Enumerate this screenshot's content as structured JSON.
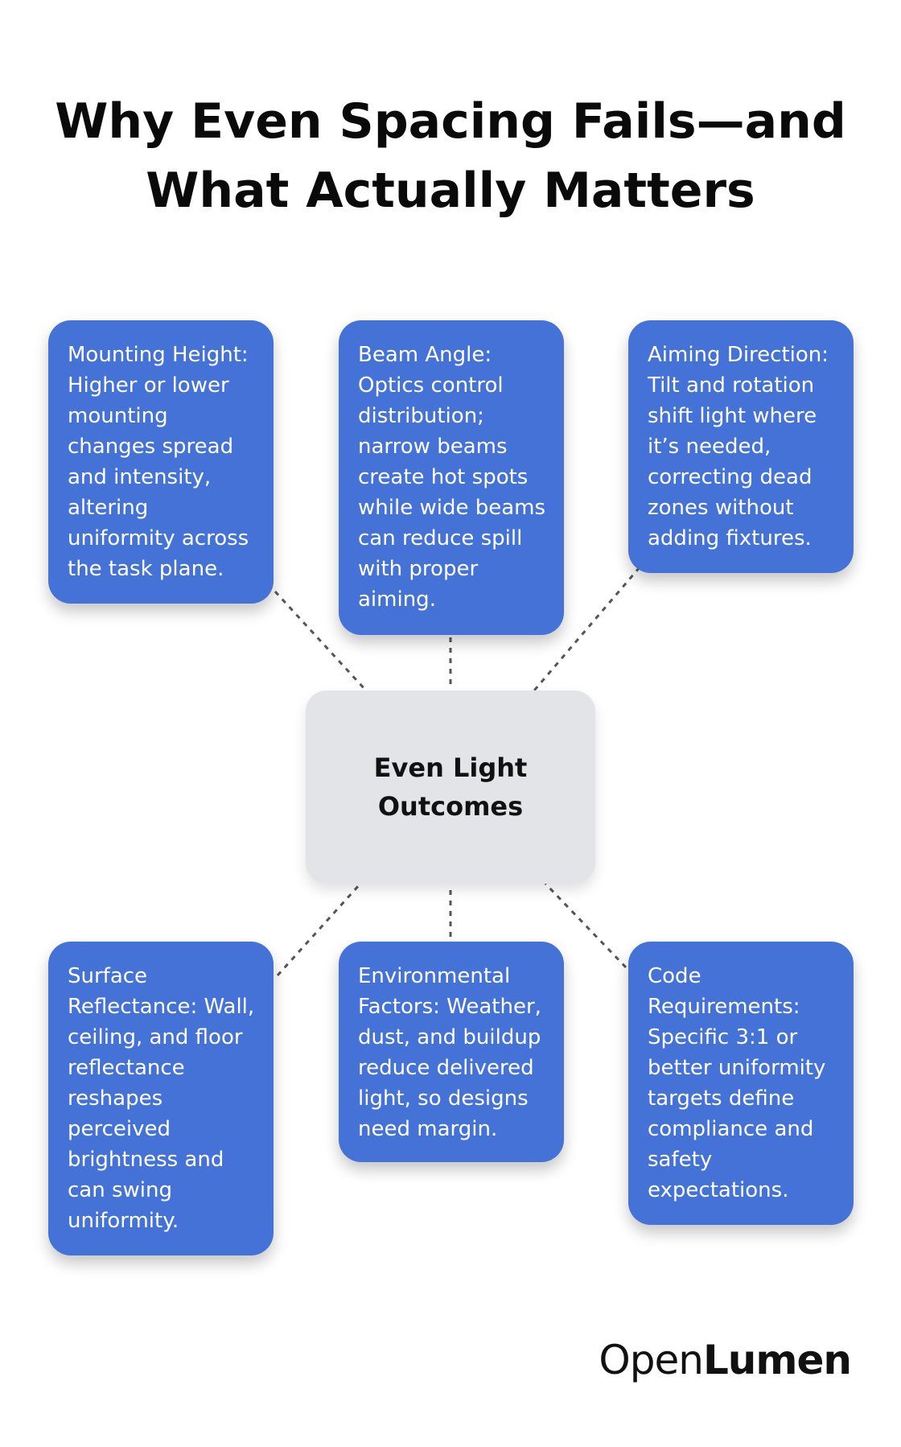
{
  "title": {
    "line1": "Why Even Spacing Fails—and",
    "line2": "What Actually Matters"
  },
  "center": {
    "label": "Even Light Outcomes"
  },
  "factors": {
    "mounting_height": "Mounting Height: Higher or lower mounting changes spread and intensity, altering uniformity across the task plane.",
    "beam_angle": "Beam Angle: Optics control distribution; narrow beams create hot spots while wide beams can reduce spill with proper aiming.",
    "aiming_direction": "Aiming Direction: Tilt and rotation shift light where it’s needed, correcting dead zones without adding fixtures.",
    "surface_reflectance": "Surface Reflectance: Wall, ceiling, and floor reflectance reshapes perceived brightness and can swing uniformity.",
    "environmental_factors": "Environmental Factors: Weather, dust, and buildup reduce delivered light, so designs need margin.",
    "code_requirements": "Code Requirements: Specific 3:1 or better uniformity targets define compliance and safety expectations."
  },
  "brand": {
    "part1": "Open",
    "part2": "Lumen"
  },
  "colors": {
    "card": "#4472d6",
    "center": "#e3e4e7",
    "connector": "#555555"
  }
}
